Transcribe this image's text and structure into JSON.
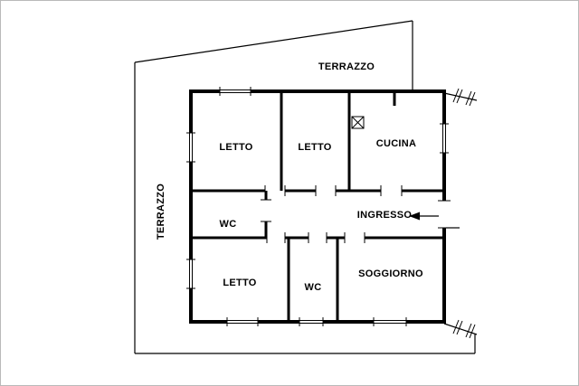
{
  "style": {
    "background": "#ffffff",
    "line_color": "#000000",
    "border_color": "#b9b9b9"
  },
  "labels": {
    "terrace_top": "TERRAZZO",
    "terrace_left": "TERRAZZO",
    "bedroom_top_left": "LETTO",
    "bedroom_top_middle": "LETTO",
    "kitchen": "CUCINA",
    "wc_middle": "WC",
    "entrance_hall": "INGRESSO",
    "bedroom_bottom_left": "LETTO",
    "wc_bottom": "WC",
    "living_room": "SOGGIORNO"
  },
  "symbols": {
    "entrance_arrow": "left-arrow",
    "flue_box": "box-with-x",
    "break_marks": "double-hatch"
  }
}
